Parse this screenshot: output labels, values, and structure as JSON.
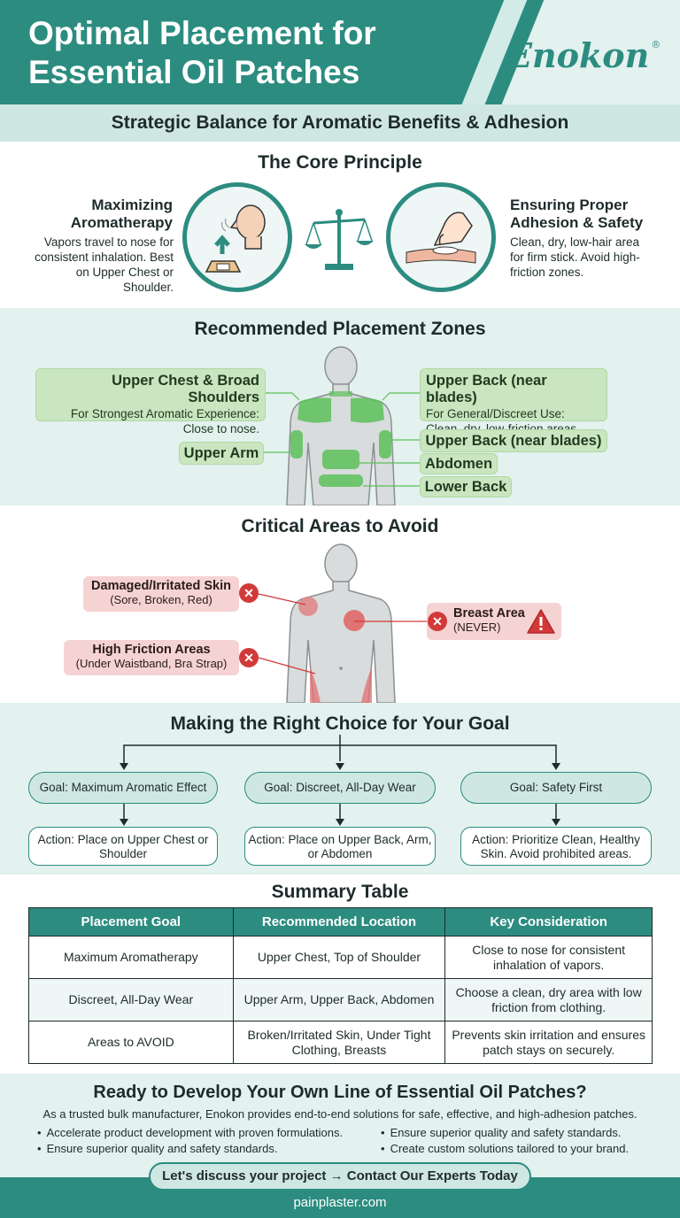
{
  "header": {
    "title": "Optimal Placement for Essential Oil Patches",
    "brand": "Enokon",
    "brand_mark": "®",
    "subtitle": "Strategic Balance for Aromatic Benefits & Adhesion"
  },
  "core": {
    "title": "The Core Principle",
    "left_head": "Maximizing Aromatherapy",
    "left_body": "Vapors travel to nose for consistent inhalation. Best on Upper Chest or Shoulder.",
    "right_head": "Ensuring Proper Adhesion & Safety",
    "right_body": "Clean, dry, low-hair area for firm stick. Avoid high-friction zones."
  },
  "zones": {
    "title": "Recommended Placement Zones",
    "chest_head": "Upper Chest & Broad Shoulders",
    "chest_body": "For Strongest Aromatic Experience: Close to nose.",
    "back_head": "Upper Back (near blades)",
    "back_body": "For General/Discreet Use: Clean, dry, low-friction areas.",
    "upper_arm": "Upper Arm",
    "back_label_2": "Upper Back (near blades)",
    "abdomen": "Abdomen",
    "lower_back": "Lower Back"
  },
  "avoid": {
    "title": "Critical Areas to Avoid",
    "damaged_head": "Damaged/Irritated Skin",
    "damaged_body": "(Sore, Broken, Red)",
    "friction_head": "High Friction Areas",
    "friction_body": "(Under Waistband, Bra Strap)",
    "breast_head": "Breast Area",
    "breast_body": "(NEVER)"
  },
  "choice": {
    "title": "Making the Right Choice for Your Goal",
    "goals": [
      {
        "goal": "Goal: Maximum Aromatic Effect",
        "action": "Action: Place on Upper Chest or Shoulder"
      },
      {
        "goal": "Goal: Discreet, All-Day Wear",
        "action": "Action: Place on Upper Back, Arm, or Abdomen"
      },
      {
        "goal": "Goal: Safety First",
        "action": "Action: Prioritize Clean, Healthy Skin. Avoid prohibited areas."
      }
    ]
  },
  "summary": {
    "title": "Summary Table",
    "headers": [
      "Placement Goal",
      "Recommended Location",
      "Key Consideration"
    ],
    "rows": [
      [
        "Maximum Aromatherapy",
        "Upper Chest, Top of Shoulder",
        "Close to nose for consistent inhalation of vapors."
      ],
      [
        "Discreet, All-Day Wear",
        "Upper Arm, Upper Back, Abdomen",
        "Choose a clean, dry area with low friction from clothing."
      ],
      [
        "Areas to AVOID",
        "Broken/Irritated Skin, Under Tight Clothing, Breasts",
        "Prevents skin irritation and ensures patch stays on securely."
      ]
    ]
  },
  "cta": {
    "title": "Ready to Develop Your Own Line of Essential Oil Patches?",
    "intro": "As a trusted bulk manufacturer, Enokon provides end-to-end solutions for safe, effective, and high-adhesion patches.",
    "bullets": [
      "Accelerate product development with proven formulations.",
      "Ensure superior quality and safety standards.",
      "Ensure superior quality and safety standards.",
      "Create custom solutions tailored to your brand."
    ],
    "button": "Let's discuss your project → Contact Our Experts Today",
    "url": "painplaster.com"
  },
  "colors": {
    "teal": "#2c8c80",
    "light_teal": "#e3f1ef",
    "green_zone": "#5cbf5a",
    "red_zone": "#d23a3a"
  }
}
